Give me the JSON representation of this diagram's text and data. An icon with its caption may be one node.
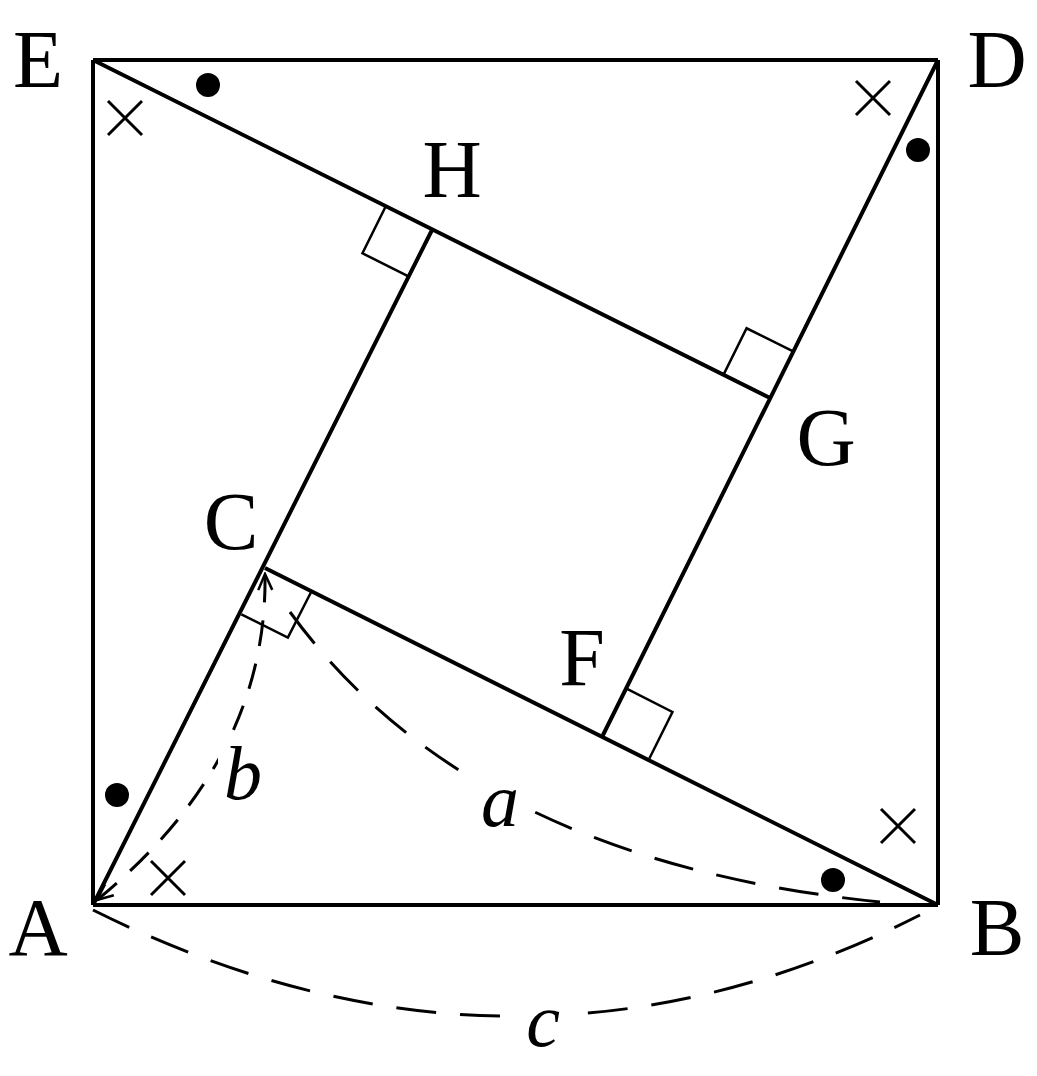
{
  "diagram": {
    "labels": [
      "E",
      "D",
      "H",
      "G",
      "C",
      "F",
      "b",
      "a",
      "A",
      "B",
      "c"
    ]
  }
}
